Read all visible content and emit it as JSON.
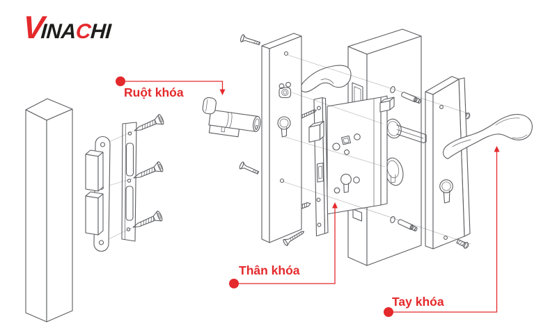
{
  "logo": {
    "parts": [
      {
        "text": "V",
        "emphasis": true
      },
      {
        "text": "INA",
        "emphasis": false
      },
      {
        "text": "C",
        "emphasis": true
      },
      {
        "text": "HI",
        "emphasis": false
      }
    ]
  },
  "callouts": [
    {
      "id": "lock-cylinder",
      "text": "Ruột khóa"
    },
    {
      "id": "lock-body",
      "text": "Thân khóa"
    },
    {
      "id": "lock-handle",
      "text": "Tay khóa"
    }
  ],
  "colors": {
    "accent": "#e4292c",
    "line": "#5b5c60",
    "ink": "#1d1d1b",
    "background": "#ffffff"
  }
}
